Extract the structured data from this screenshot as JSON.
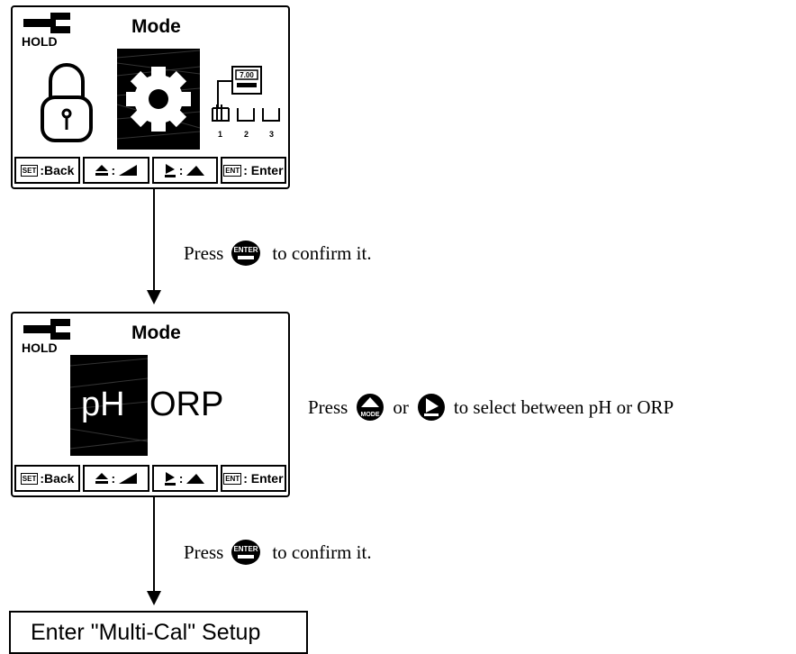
{
  "screen1": {
    "hold": "HOLD",
    "title": "Mode",
    "sensor_labels": [
      "1",
      "2",
      "3"
    ],
    "meter_value": "7.00",
    "softkeys": [
      {
        "key": "SET",
        "text": ":Back"
      },
      {
        "key": "",
        "text": ":"
      },
      {
        "key": "",
        "text": ":"
      },
      {
        "key": "ENT",
        "text": ": Enter"
      }
    ]
  },
  "screen2": {
    "hold": "HOLD",
    "title": "Mode",
    "option_selected": "pH",
    "option_other": "ORP",
    "softkeys": [
      {
        "key": "SET",
        "text": ":Back"
      },
      {
        "key": "",
        "text": ":"
      },
      {
        "key": "",
        "text": ":"
      },
      {
        "key": "ENT",
        "text": ": Enter"
      }
    ]
  },
  "step1": {
    "press": "Press",
    "button_label": "ENTER",
    "after": "to confirm it."
  },
  "step2": {
    "press": "Press",
    "btn1_label": "MODE",
    "or": "or",
    "after": "to select between pH or ORP"
  },
  "step3": {
    "press": "Press",
    "button_label": "ENTER",
    "after": "to confirm it."
  },
  "final": "Enter \"Multi-Cal\" Setup"
}
